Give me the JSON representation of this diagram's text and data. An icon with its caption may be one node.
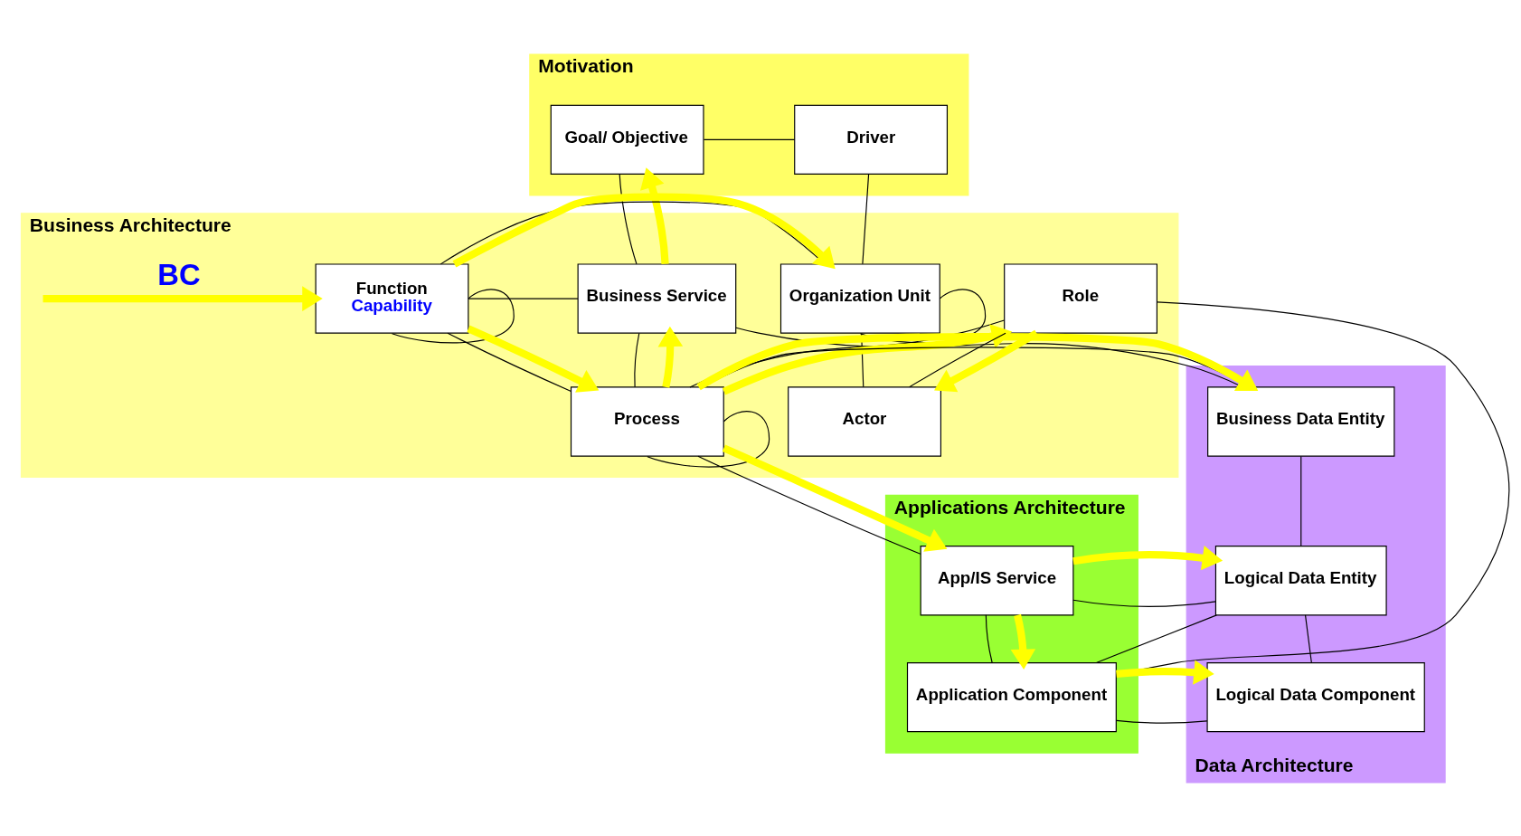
{
  "diagram": {
    "nodes": [
      {
        "text": [
          "Motivation"
        ]
      },
      {
        "text": [
          "Goal/ Objective"
        ],
        "in": 0
      },
      {
        "text": [
          "Driver"
        ],
        "in": 0
      },
      {
        "text": [
          "Business Architecture"
        ]
      },
      {
        "text": [
          "Business Service"
        ],
        "in": 3
      },
      {
        "text": [
          "Function",
          "Capability"
        ],
        "in": 3
      },
      {
        "text": [
          "Organization Unit"
        ],
        "in": 3
      },
      {
        "text": [
          "Process"
        ],
        "in": 3
      },
      {
        "text": [
          "Role"
        ],
        "in": 3
      },
      {
        "text": [
          "Actor"
        ],
        "in": 3
      },
      {
        "text": [
          "Data Architecture"
        ]
      },
      {
        "text": [
          "Business Data Entity"
        ],
        "in": 10
      },
      {
        "text": [
          "Logical Data Entity"
        ],
        "in": 10
      },
      {
        "text": [
          "Logical Data Component"
        ],
        "in": 10
      },
      {
        "text": [
          "Applications Architecture"
        ]
      },
      {
        "text": [
          "App/IS Service"
        ],
        "in": 14
      },
      {
        "text": [
          "Application Component"
        ],
        "in": 14
      }
    ],
    "edges": [
      {
        "from": 1,
        "to": 2,
        "arrow": "none"
      },
      {
        "from": 4,
        "to": 1,
        "arrow": "none"
      },
      {
        "from": 2,
        "to": 6,
        "arrow": "none"
      },
      {
        "from": 4,
        "to": 5,
        "arrow": "none"
      },
      {
        "from": 4,
        "to": 11,
        "arrow": "none"
      },
      {
        "from": 5,
        "to": 6,
        "arrow": "none"
      },
      {
        "from": 5,
        "to": 5,
        "arrow": "none"
      },
      {
        "from": 5,
        "to": 7,
        "arrow": "none"
      },
      {
        "from": 6,
        "to": 6,
        "arrow": "none"
      },
      {
        "from": 6,
        "to": 9,
        "arrow": "none"
      },
      {
        "from": 7,
        "to": 4,
        "arrow": "none"
      },
      {
        "from": 7,
        "to": 11,
        "arrow": "none"
      },
      {
        "from": 7,
        "to": 8,
        "arrow": "none"
      },
      {
        "from": 7,
        "to": 7,
        "arrow": "none"
      },
      {
        "from": 7,
        "to": 15,
        "arrow": "none"
      },
      {
        "from": 8,
        "to": 9,
        "arrow": "none"
      },
      {
        "from": 8,
        "to": 16,
        "arrow": "none"
      },
      {
        "from": 11,
        "to": 12,
        "arrow": "none"
      },
      {
        "from": 12,
        "to": 13,
        "arrow": "none"
      },
      {
        "from": 15,
        "to": 12,
        "arrow": "none"
      },
      {
        "from": 15,
        "to": 16,
        "arrow": "none"
      },
      {
        "from": 12,
        "to": 16,
        "arrow": "none"
      },
      {
        "from": 16,
        "to": 13,
        "arrow": "none"
      },
      {
        "from": null,
        "to": 5,
        "arrow": "to",
        "label": "BC",
        "style": "thick",
        "color": "#ffff00"
      },
      {
        "from": 4,
        "to": 1,
        "arrow": "to",
        "style": "thick",
        "color": "#ffff00"
      },
      {
        "from": 7,
        "to": 4,
        "arrow": "to",
        "style": "thick",
        "color": "#ffff00"
      },
      {
        "from": 5,
        "to": 6,
        "arrow": "to",
        "style": "thick",
        "color": "#ffff00"
      },
      {
        "from": 5,
        "to": 7,
        "arrow": "to",
        "style": "thick",
        "color": "#ffff00"
      },
      {
        "from": 7,
        "to": 11,
        "arrow": "to",
        "style": "thick",
        "color": "#ffff00"
      },
      {
        "from": 7,
        "to": 8,
        "arrow": "to",
        "style": "thick",
        "color": "#ffff00"
      },
      {
        "from": 8,
        "to": 9,
        "arrow": "to",
        "style": "thick",
        "color": "#ffff00"
      },
      {
        "from": 7,
        "to": 15,
        "arrow": "to",
        "style": "thick",
        "color": "#ffff00"
      },
      {
        "from": 15,
        "to": 12,
        "arrow": "to",
        "style": "thick",
        "color": "#ffff00"
      },
      {
        "from": 15,
        "to": 16,
        "arrow": "to",
        "style": "thick",
        "color": "#ffff00"
      },
      {
        "from": 16,
        "to": 13,
        "arrow": "to",
        "style": "thick",
        "color": "#ffff00"
      }
    ]
  }
}
